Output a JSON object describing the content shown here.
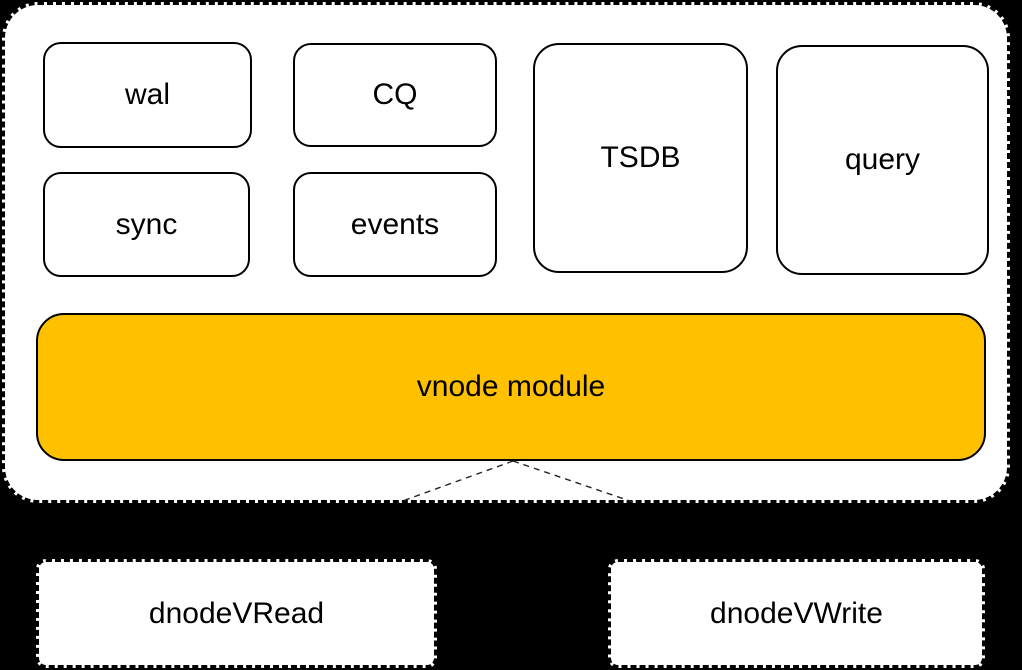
{
  "colors": {
    "background": "#000000",
    "module_fill": "#FFFFFF",
    "module_border": "#000000",
    "vnode_fill": "#FFC000",
    "text": "#000000"
  },
  "vnode_container": {
    "modules": [
      {
        "id": "wal",
        "label": "wal"
      },
      {
        "id": "cq",
        "label": "CQ"
      },
      {
        "id": "sync",
        "label": "sync"
      },
      {
        "id": "events",
        "label": "events"
      },
      {
        "id": "tsdb",
        "label": "TSDB"
      },
      {
        "id": "query",
        "label": "query"
      }
    ],
    "vnode_module": {
      "label": "vnode module"
    }
  },
  "dnode_modules": [
    {
      "id": "dnode-vread",
      "label": "dnodeVRead"
    },
    {
      "id": "dnode-vwrite",
      "label": "dnodeVWrite"
    }
  ]
}
